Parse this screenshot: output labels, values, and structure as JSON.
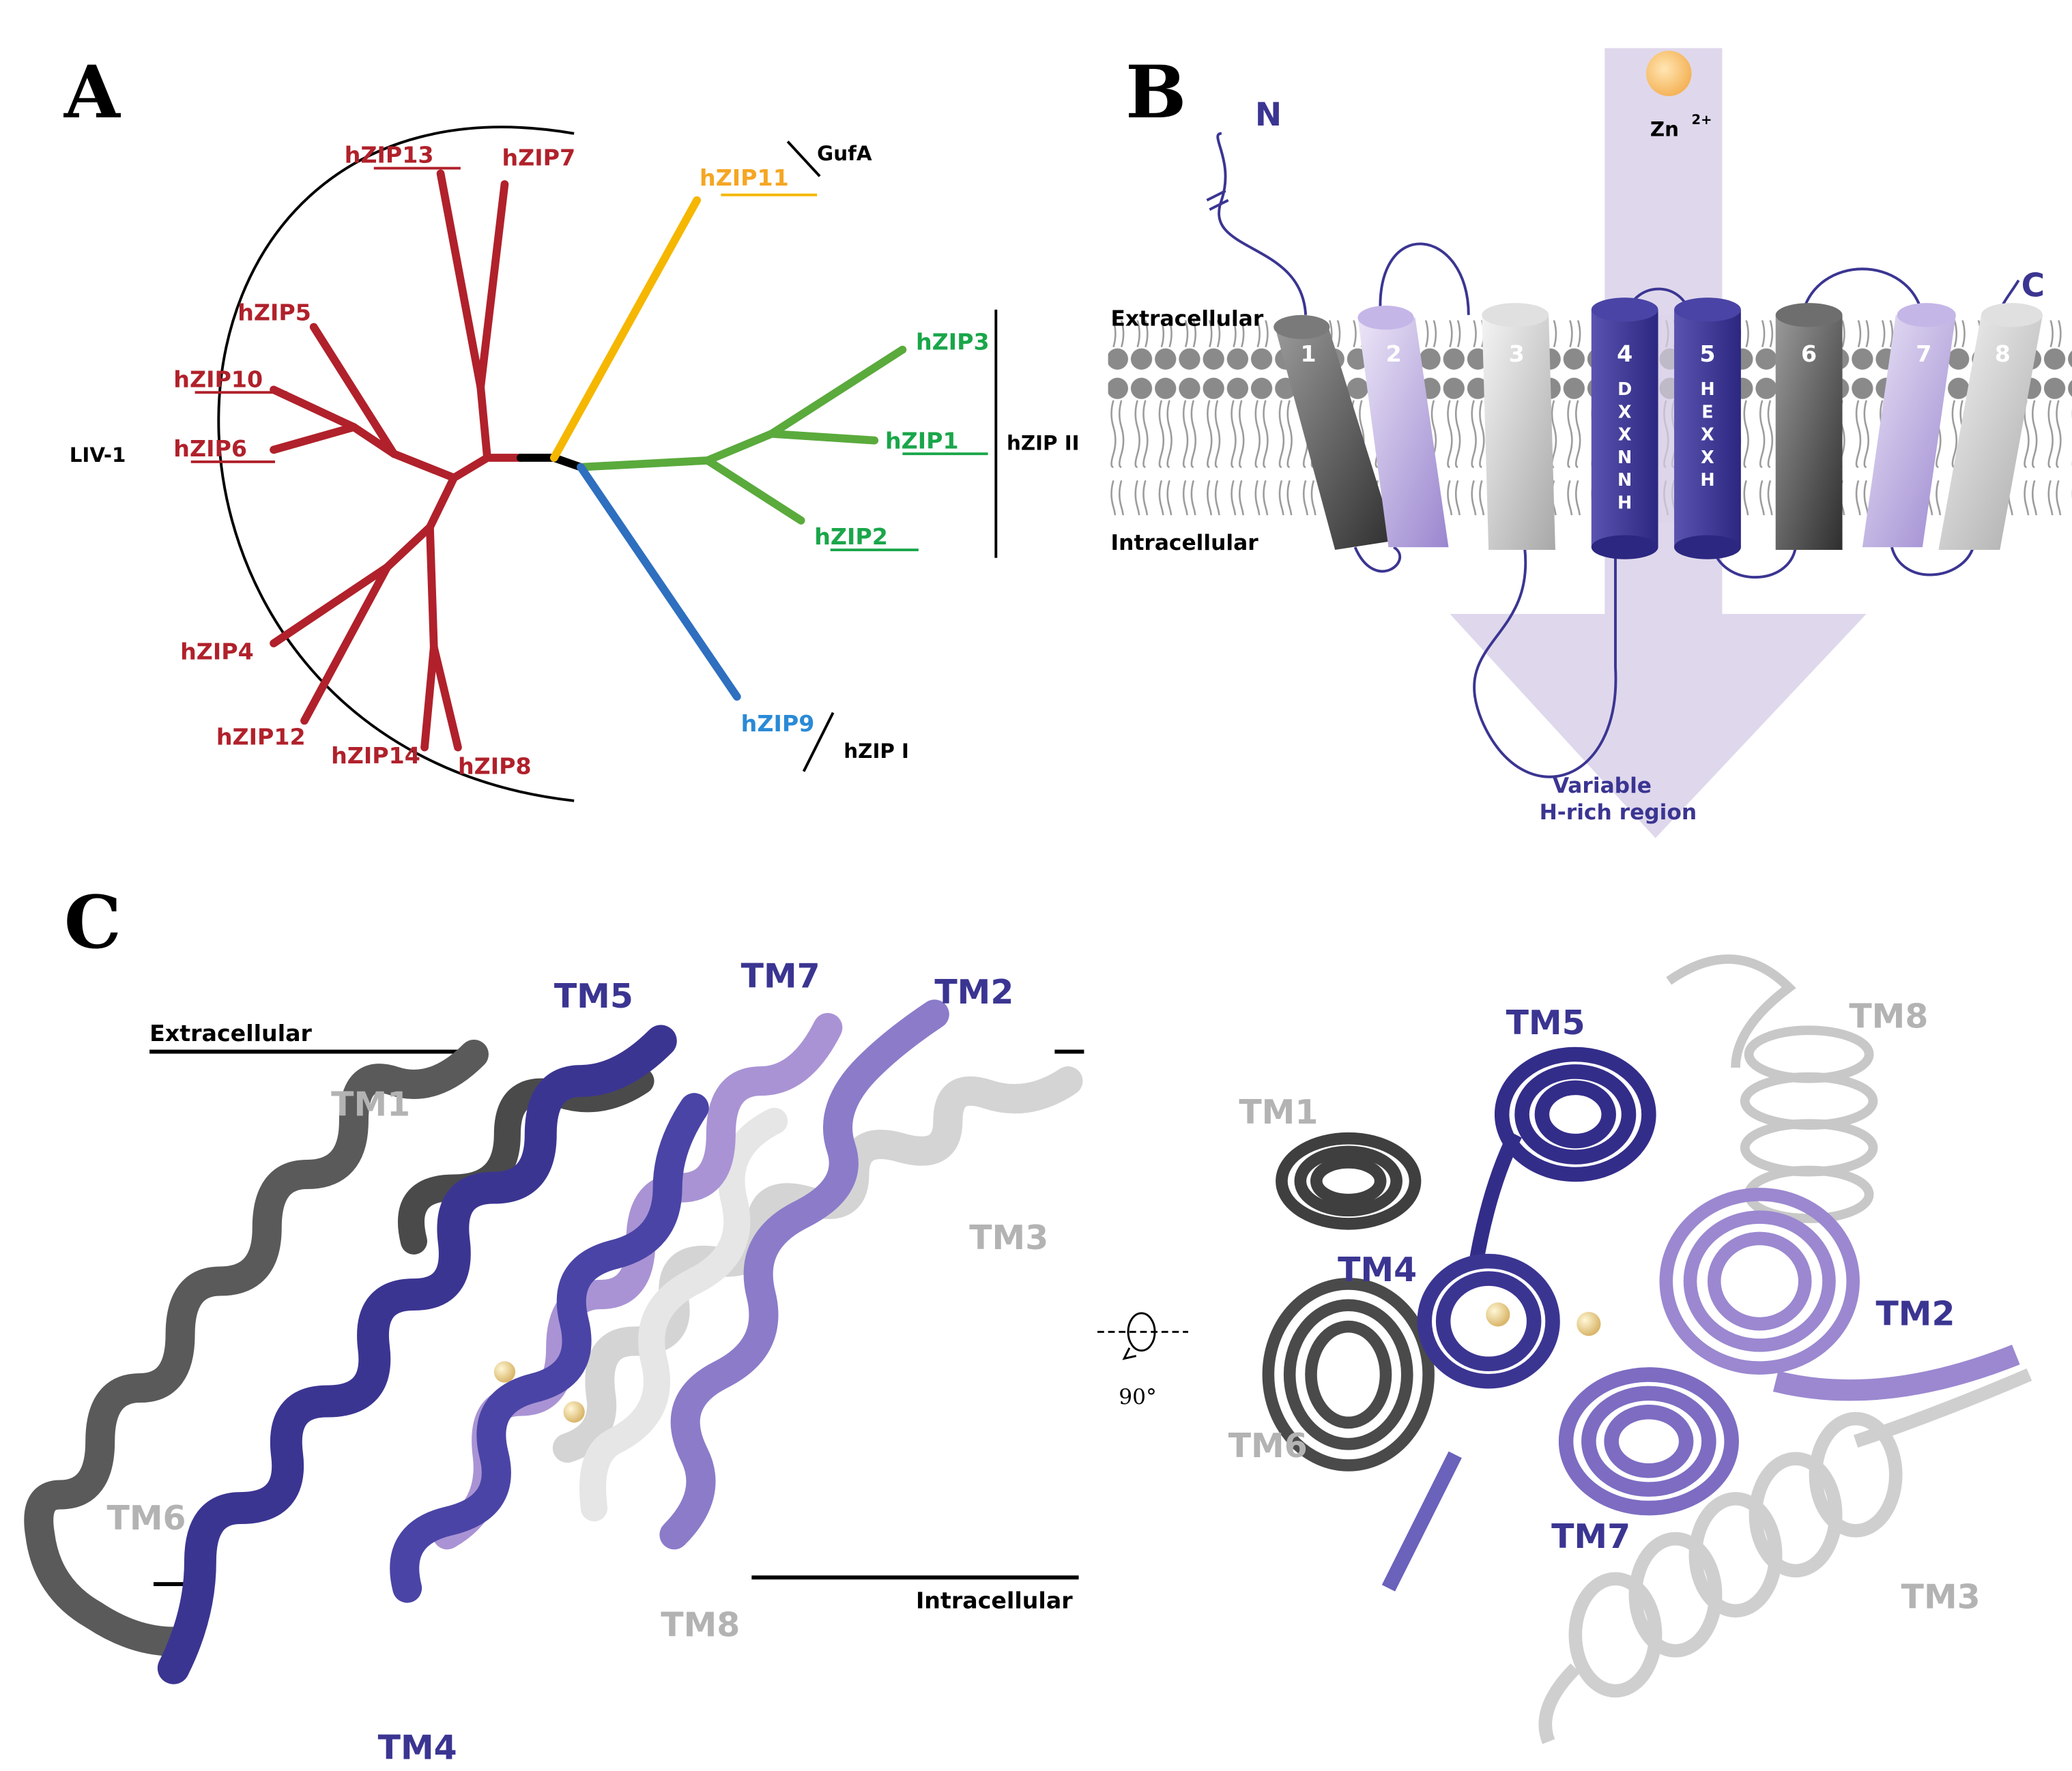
{
  "colors": {
    "liv1": "#b0212b",
    "gufa": "#f5b700",
    "zip2": "#5aaa3c",
    "zip2_text": "#1aa64a",
    "zip1": "#2e6fbf",
    "zip1_text": "#2a8ad6",
    "navy": "#3b3592",
    "lavender": "#a993d4",
    "grey_dark": "#4a4a4a",
    "grey_light": "#d9d9d9",
    "tm_grey_text": "#b3b3b3",
    "arrow": "#dcd4ea"
  },
  "panelA": {
    "letter": "A",
    "liv1": [
      "hZIP13",
      "hZIP7",
      "hZIP5",
      "hZIP10",
      "hZIP6",
      "hZIP4",
      "hZIP12",
      "hZIP14",
      "hZIP8"
    ],
    "gufa": "hZIP11",
    "zip2": [
      "hZIP3",
      "hZIP1",
      "hZIP2"
    ],
    "zip1": "hZIP9",
    "groups": {
      "gufa": "GufA",
      "liv1": "LIV-1",
      "zip2": "hZIP II",
      "zip1": "hZIP I"
    }
  },
  "panelB": {
    "letter": "B",
    "n_term": "N",
    "c_term": "C",
    "ion": "Zn",
    "ion_charge": "2+",
    "extracellular": "Extracellular",
    "intracellular": "Intracellular",
    "helices": [
      "1",
      "2",
      "3",
      "4",
      "5",
      "6",
      "7",
      "8"
    ],
    "motif4": [
      "D",
      "X",
      "X",
      "N",
      "N",
      "H"
    ],
    "motif5": [
      "H",
      "E",
      "X",
      "X",
      "H"
    ],
    "variable_line1": "Variable",
    "variable_line2": "H-rich region"
  },
  "panelC": {
    "letter": "C",
    "extracellular": "Extracellular",
    "intracellular": "Intracellular",
    "rotation": "90°",
    "side": {
      "tm5": "TM5",
      "tm7": "TM7",
      "tm2": "TM2",
      "tm1": "TM1",
      "tm3": "TM3",
      "tm6": "TM6",
      "tm8": "TM8",
      "tm4": "TM4"
    },
    "top": {
      "tm5": "TM5",
      "tm8": "TM8",
      "tm1": "TM1",
      "tm4": "TM4",
      "tm2": "TM2",
      "tm6": "TM6",
      "tm7": "TM7",
      "tm3": "TM3"
    }
  }
}
